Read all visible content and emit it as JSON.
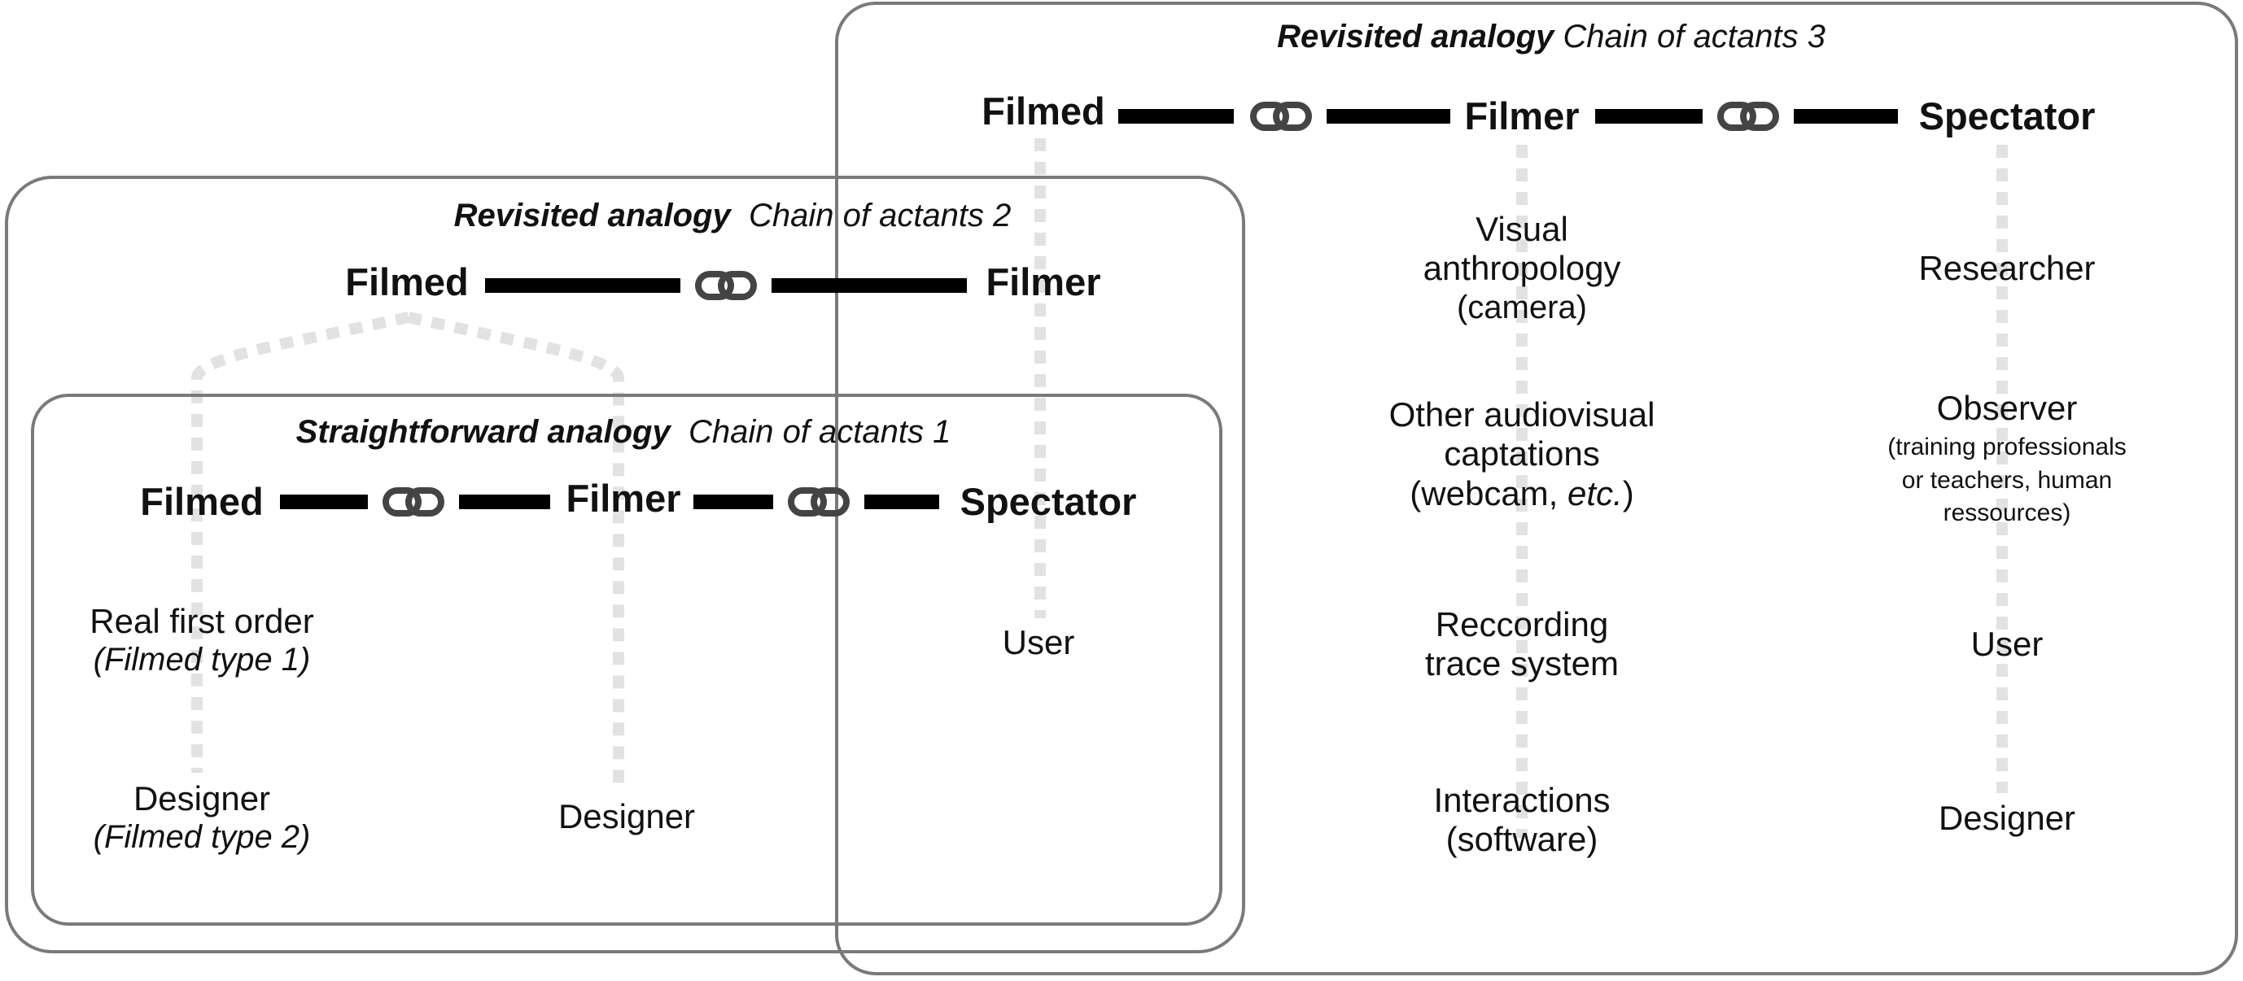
{
  "colors": {
    "box_border": "#7a7a7a",
    "link_bar": "#000000",
    "link_icon": "#444444",
    "dotted": "#e2e2e2"
  },
  "icons": {
    "chain": "chain-link-icon"
  },
  "chain3": {
    "title_bold": "Revisited analogy",
    "title_rest": "Chain of actants 3",
    "nodes": [
      "Filmed",
      "Filmer",
      "Spectator"
    ],
    "filmer_items": [
      [
        "Visual",
        "anthropology",
        "(camera)"
      ],
      [
        "Other audiovisual",
        "captations",
        "(webcam, ",
        "etc.",
        ")"
      ],
      [
        "Reccording",
        "trace system"
      ],
      [
        "Interactions",
        "(software)"
      ]
    ],
    "spectator_items": {
      "researcher": "Researcher",
      "observer": "Observer",
      "observer_note": [
        "(training professionals",
        "or teachers, human",
        "ressources)"
      ],
      "user": "User",
      "designer": "Designer"
    }
  },
  "chain2": {
    "title_bold": "Revisited analogy",
    "title_rest": "Chain of actants 2",
    "nodes": [
      "Filmed",
      "Filmer"
    ]
  },
  "chain1": {
    "title_bold": "Straightforward analogy",
    "title_rest": "Chain of actants 1",
    "nodes": [
      "Filmed",
      "Filmer",
      "Spectator"
    ],
    "filmed_items": {
      "first_order": "Real first order",
      "type1": "(Filmed type 1)",
      "designer": "Designer",
      "type2": "(Filmed type 2)"
    },
    "filmer_designer": "Designer",
    "spectator_user": "User"
  }
}
